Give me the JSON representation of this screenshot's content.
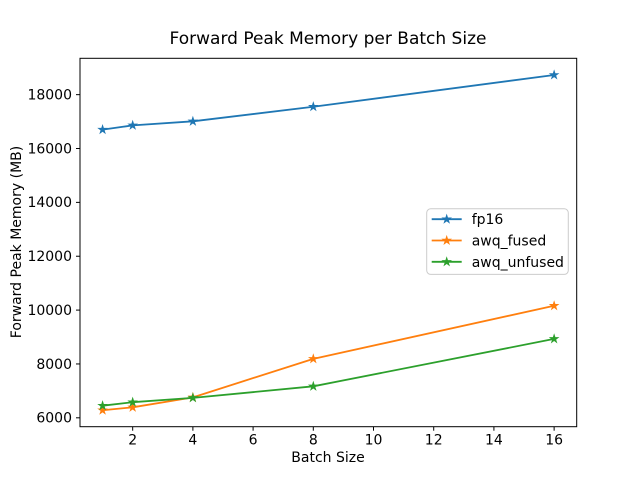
{
  "chart_data": {
    "type": "line",
    "title": "Forward Peak Memory per Batch Size",
    "xlabel": "Batch Size",
    "ylabel": "Forward Peak Memory (MB)",
    "x": [
      1,
      2,
      4,
      8,
      16
    ],
    "series": [
      {
        "name": "fp16",
        "color": "#1f77b4",
        "values": [
          16700,
          16860,
          17010,
          17550,
          18730
        ]
      },
      {
        "name": "awq_fused",
        "color": "#ff7f0e",
        "values": [
          6280,
          6390,
          6760,
          8190,
          10160
        ]
      },
      {
        "name": "awq_unfused",
        "color": "#2ca02c",
        "values": [
          6450,
          6580,
          6740,
          7170,
          8930
        ]
      }
    ],
    "marker": "star",
    "xlim": [
      0.25,
      16.75
    ],
    "ylim": [
      5670,
      19350
    ],
    "xticks": [
      2,
      4,
      6,
      8,
      10,
      12,
      14,
      16
    ],
    "yticks": [
      6000,
      8000,
      10000,
      12000,
      14000,
      16000,
      18000
    ],
    "grid": false,
    "legend_position": "center-right",
    "colors": {
      "axis": "#000000",
      "legend_border": "#cccccc",
      "background": "#ffffff"
    }
  }
}
